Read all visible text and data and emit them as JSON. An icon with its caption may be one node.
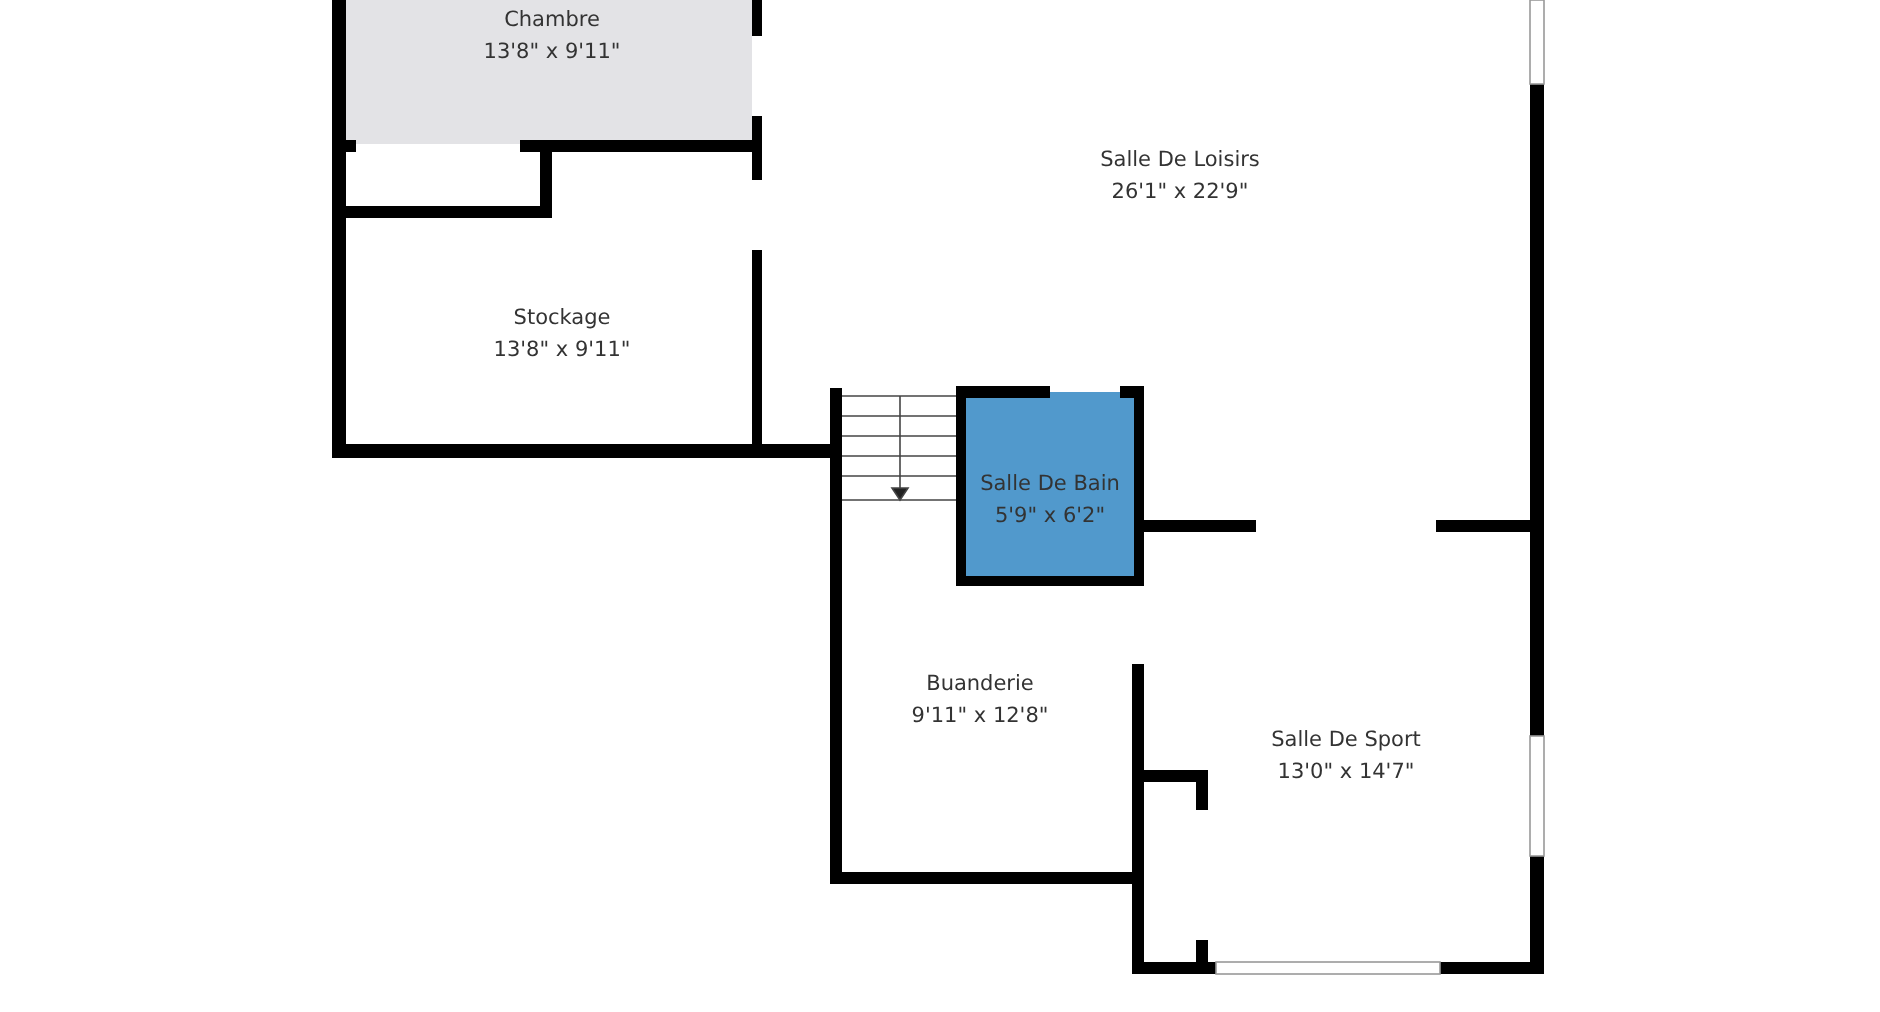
{
  "diagram": {
    "nodes": [
      {
        "text": [
          "Chambre",
          "13'8\" x 9'11\""
        ]
      },
      {
        "text": [
          "Salle De Loisirs",
          "26'1\" x 22'9\""
        ]
      },
      {
        "text": [
          "Stockage",
          "13'8\" x 9'11\""
        ]
      },
      {
        "text": [
          "Salle De Bain",
          "5'9\" x 6'2\""
        ]
      },
      {
        "text": [
          "Buanderie",
          "9'11\" x 12'8\""
        ]
      },
      {
        "text": [
          "Salle De Sport",
          "13'0\" x 14'7\""
        ]
      }
    ]
  }
}
